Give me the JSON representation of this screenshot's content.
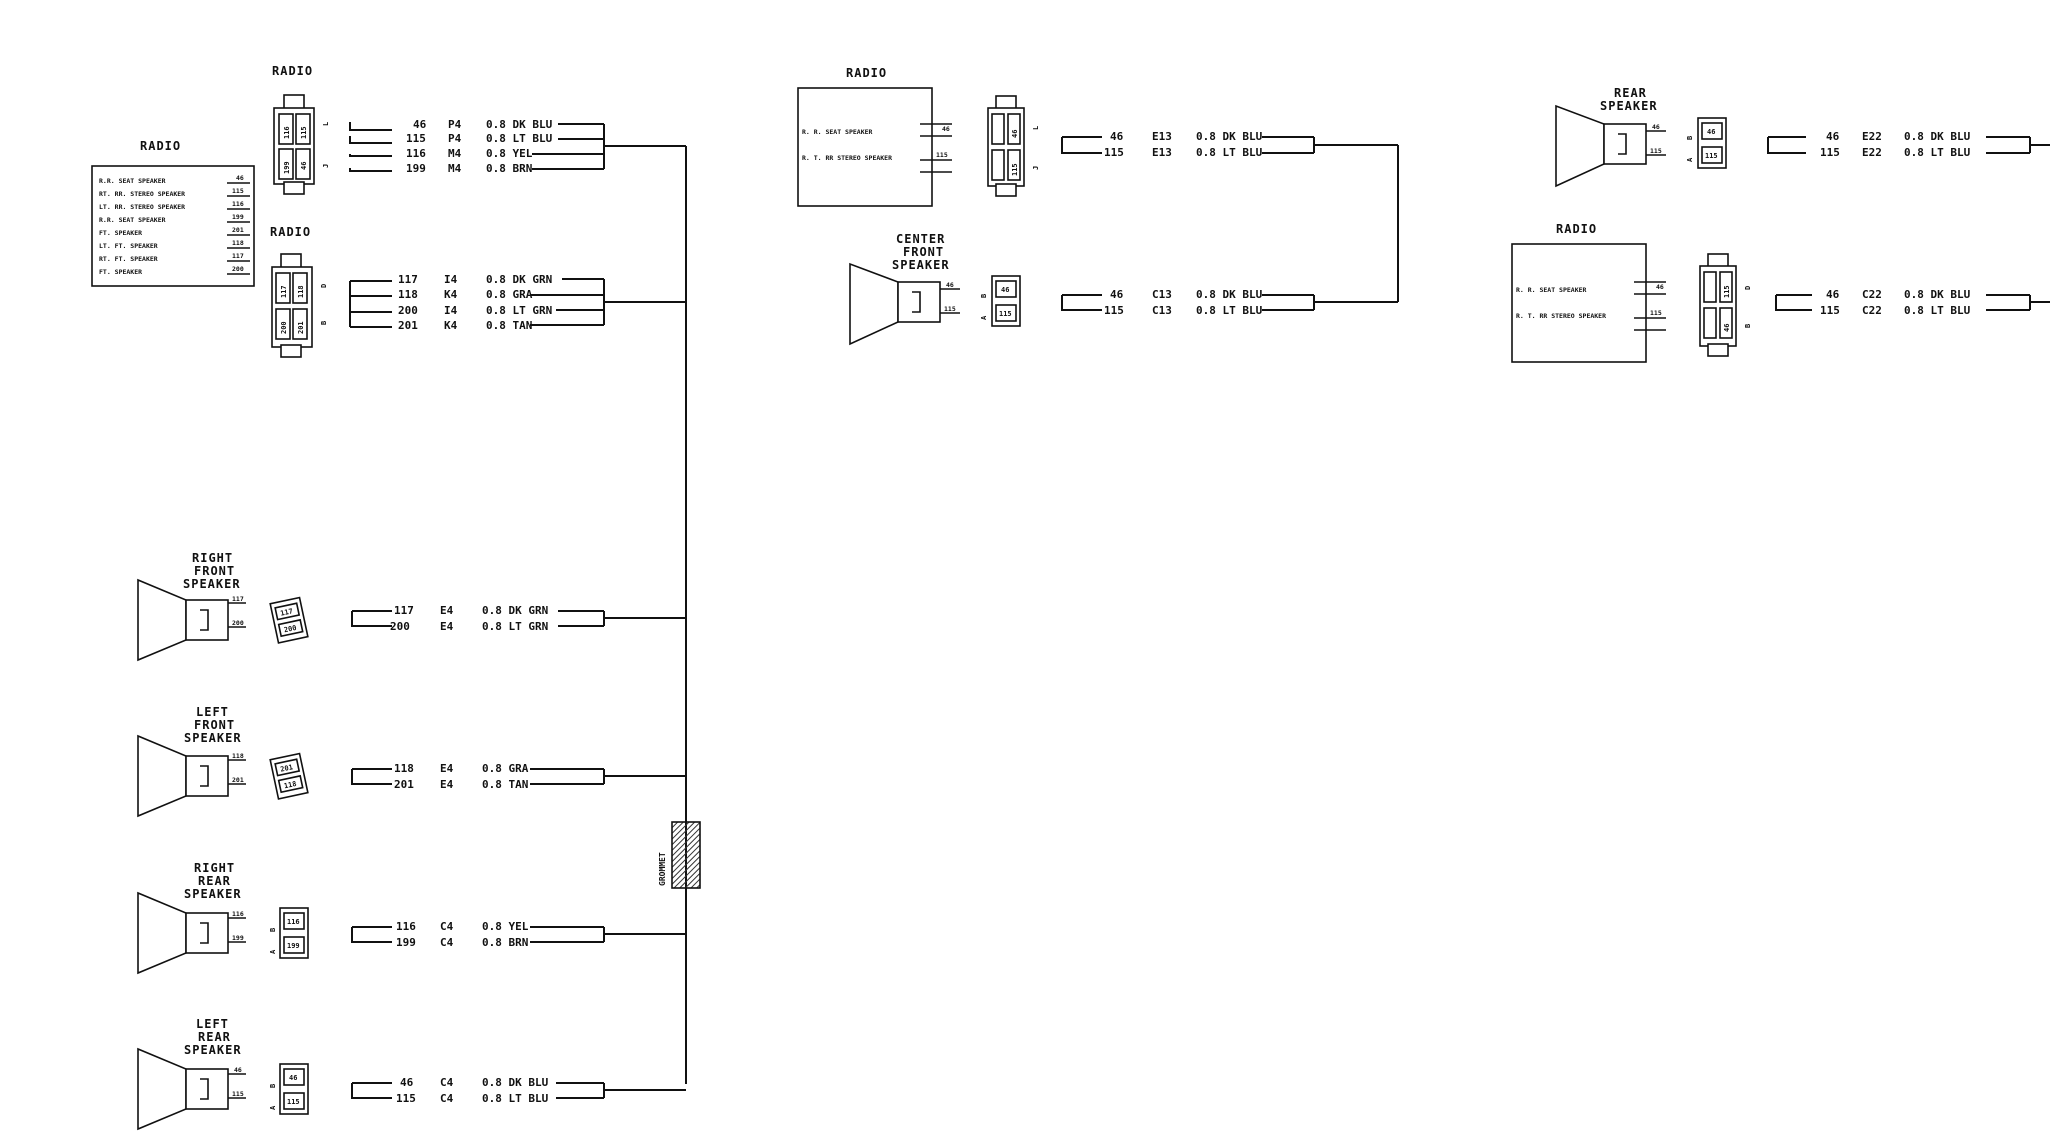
{
  "labels": {
    "radio": "RADIO",
    "right_front_speaker": [
      "RIGHT",
      "FRONT",
      "SPEAKER"
    ],
    "left_front_speaker": [
      "LEFT",
      "FRONT",
      "SPEAKER"
    ],
    "right_rear_speaker": [
      "RIGHT",
      "REAR",
      "SPEAKER"
    ],
    "left_rear_speaker": [
      "LEFT",
      "REAR",
      "SPEAKER"
    ],
    "center_front_speaker": [
      "CENTER",
      "FRONT",
      "SPEAKER"
    ],
    "rear_speaker": [
      "REAR",
      "SPEAKER"
    ],
    "grommet": "GROMMET"
  },
  "radio_main_pins": [
    {
      "name": "R.R. SEAT SPEAKER",
      "circuit": "46"
    },
    {
      "name": "RT. RR. STEREO SPEAKER",
      "circuit": "115"
    },
    {
      "name": "LT. RR. STEREO SPEAKER",
      "circuit": "116"
    },
    {
      "name": "R.R. SEAT SPEAKER",
      "circuit": "199"
    },
    {
      "name": "FT. SPEAKER",
      "circuit": "201"
    },
    {
      "name": "LT. FT. SPEAKER",
      "circuit": "118"
    },
    {
      "name": "RT. FT. SPEAKER",
      "circuit": "117"
    },
    {
      "name": "FT. SPEAKER",
      "circuit": "200"
    }
  ],
  "wires_p4m4": [
    {
      "circuit": "46",
      "conn": "P4",
      "spec": "0.8 DK BLU"
    },
    {
      "circuit": "115",
      "conn": "P4",
      "spec": "0.8 LT BLU"
    },
    {
      "circuit": "116",
      "conn": "M4",
      "spec": "0.8 YEL"
    },
    {
      "circuit": "199",
      "conn": "M4",
      "spec": "0.8 BRN"
    }
  ],
  "wires_i4k4": [
    {
      "circuit": "117",
      "conn": "I4",
      "spec": "0.8 DK GRN"
    },
    {
      "circuit": "118",
      "conn": "K4",
      "spec": "0.8 GRA"
    },
    {
      "circuit": "200",
      "conn": "I4",
      "spec": "0.8 LT GRN"
    },
    {
      "circuit": "201",
      "conn": "K4",
      "spec": "0.8 TAN"
    }
  ],
  "wires_rf": [
    {
      "circuit": "117",
      "conn": "E4",
      "spec": "0.8 DK GRN"
    },
    {
      "circuit": "200",
      "conn": "E4",
      "spec": "0.8 LT GRN"
    }
  ],
  "wires_lf": [
    {
      "circuit": "118",
      "conn": "E4",
      "spec": "0.8 GRA"
    },
    {
      "circuit": "201",
      "conn": "E4",
      "spec": "0.8 TAN"
    }
  ],
  "wires_rr": [
    {
      "circuit": "116",
      "conn": "C4",
      "spec": "0.8 YEL"
    },
    {
      "circuit": "199",
      "conn": "C4",
      "spec": "0.8 BRN"
    }
  ],
  "wires_lr": [
    {
      "circuit": "46",
      "conn": "C4",
      "spec": "0.8 DK BLU"
    },
    {
      "circuit": "115",
      "conn": "C4",
      "spec": "0.8 LT BLU"
    }
  ],
  "radio2_pins": [
    {
      "name": "R. R. SEAT SPEAKER",
      "circuit": "46"
    },
    {
      "name": "R. T. RR STEREO SPEAKER",
      "circuit": "115"
    }
  ],
  "wires_e13": [
    {
      "circuit": "46",
      "conn": "E13",
      "spec": "0.8 DK BLU"
    },
    {
      "circuit": "115",
      "conn": "E13",
      "spec": "0.8 LT BLU"
    }
  ],
  "wires_c13": [
    {
      "circuit": "46",
      "conn": "C13",
      "spec": "0.8 DK BLU"
    },
    {
      "circuit": "115",
      "conn": "C13",
      "spec": "0.8 LT BLU"
    }
  ],
  "radio3_pins": [
    {
      "name": "R. R. SEAT SPEAKER",
      "circuit": "46"
    },
    {
      "name": "R. T. RR STEREO SPEAKER",
      "circuit": "115"
    }
  ],
  "wires_e22": [
    {
      "circuit": "46",
      "conn": "E22",
      "spec": "0.8 DK BLU"
    },
    {
      "circuit": "115",
      "conn": "E22",
      "spec": "0.8 LT BLU"
    }
  ],
  "wires_c22": [
    {
      "circuit": "46",
      "conn": "C22",
      "spec": "0.8 DK BLU"
    },
    {
      "circuit": "115",
      "conn": "C22",
      "spec": "0.8 LT BLU"
    }
  ],
  "pin_letters": {
    "a": "A",
    "b": "B",
    "d": "D",
    "j": "J",
    "l": "L"
  }
}
